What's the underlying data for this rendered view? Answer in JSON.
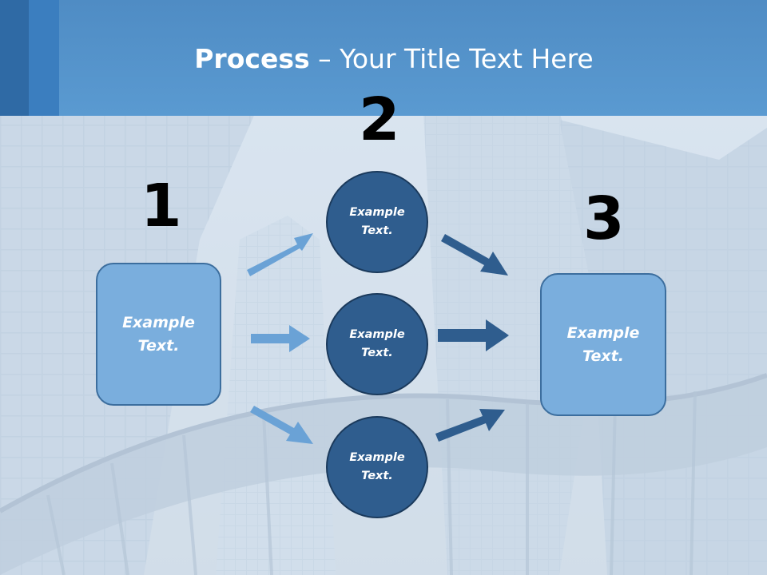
{
  "slide": {
    "title_bold": "Process",
    "title_rest": " – Your Title Text Here"
  },
  "steps": [
    {
      "number": "1",
      "text": "Example Text."
    },
    {
      "number": "2",
      "text": "Example Text."
    },
    {
      "number": "3",
      "text": "Example Text."
    }
  ],
  "middle_circles": [
    {
      "text": "Example Text."
    },
    {
      "text": "Example Text."
    },
    {
      "text": "Example Text."
    }
  ],
  "colors": {
    "header": "#5a9ad1",
    "box_fill": "#7aaedd",
    "circle_fill": "#2f5d8e",
    "arrow_light": "#6aa2d6",
    "arrow_dark": "#2f5d8e"
  }
}
